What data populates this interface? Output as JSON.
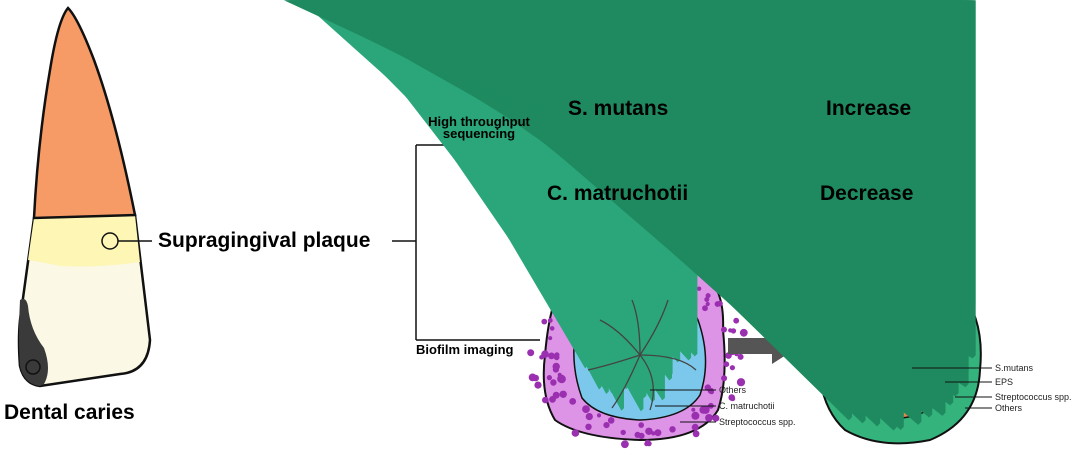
{
  "tooth": {
    "plaque_label": "Supragingival plaque",
    "caries_label": "Dental caries"
  },
  "methods": {
    "sequencing": "High throughput sequencing",
    "sequencing_line1": "High throughput",
    "sequencing_line2": "sequencing",
    "imaging": "Biofilm imaging"
  },
  "taxa": {
    "top": {
      "name": "S. mutans",
      "trend": "Increase",
      "arrow": "up",
      "color": "#d98be0"
    },
    "bottom": {
      "name": "C. matruchotii",
      "trend": "Decrease",
      "arrow": "down",
      "color": "#7cc4e8"
    }
  },
  "biofilm_left": {
    "labels": [
      "Others",
      "C. matruchotii",
      "Streptococcus spp."
    ]
  },
  "biofilm_right": {
    "labels": [
      "S.mutans",
      "EPS",
      "Streptococcus spp.",
      "Others"
    ]
  },
  "colors": {
    "enamel": "#f79b66",
    "root": "#fbf8e6",
    "plaque": "#fdf6b5",
    "caries": "#3a3a3a",
    "arrow": "#ef5a5a",
    "transition_arrow": "#555555",
    "streptococcus": "#d98be0",
    "corynebacterium": "#7cc4e8",
    "others": "#2aa67a",
    "eps": "#f6f27a",
    "s_mutans_core": "#c98de6",
    "orange_ring": "#e8864d"
  }
}
